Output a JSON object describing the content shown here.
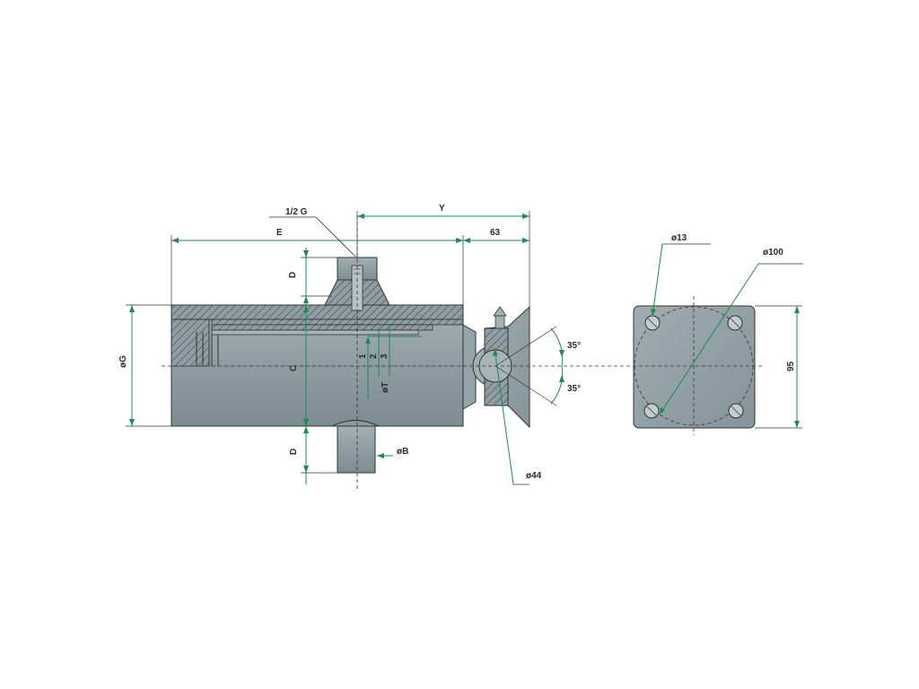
{
  "colors": {
    "body": "#8f9ea2",
    "body_light": "#a5b3b6",
    "body_dark": "#76868a",
    "dimension": "#1f8a55",
    "outline": "#333333",
    "background": "#ffffff"
  },
  "labels": {
    "thread": "1/2 G",
    "dim_y": "Y",
    "dim_e": "E",
    "dim_63": "63",
    "dim_d_top": "D",
    "dim_d_bottom": "D",
    "dim_g": "øG",
    "dim_c": "C",
    "dim_b": "øB",
    "dim_t": "øT",
    "stage_1": "1",
    "stage_2": "2",
    "stage_3": "3",
    "angle_top": "35°",
    "angle_bottom": "35°",
    "ball": "ø44",
    "hole": "ø13",
    "bolt_circle": "ø100",
    "flange": "95"
  }
}
